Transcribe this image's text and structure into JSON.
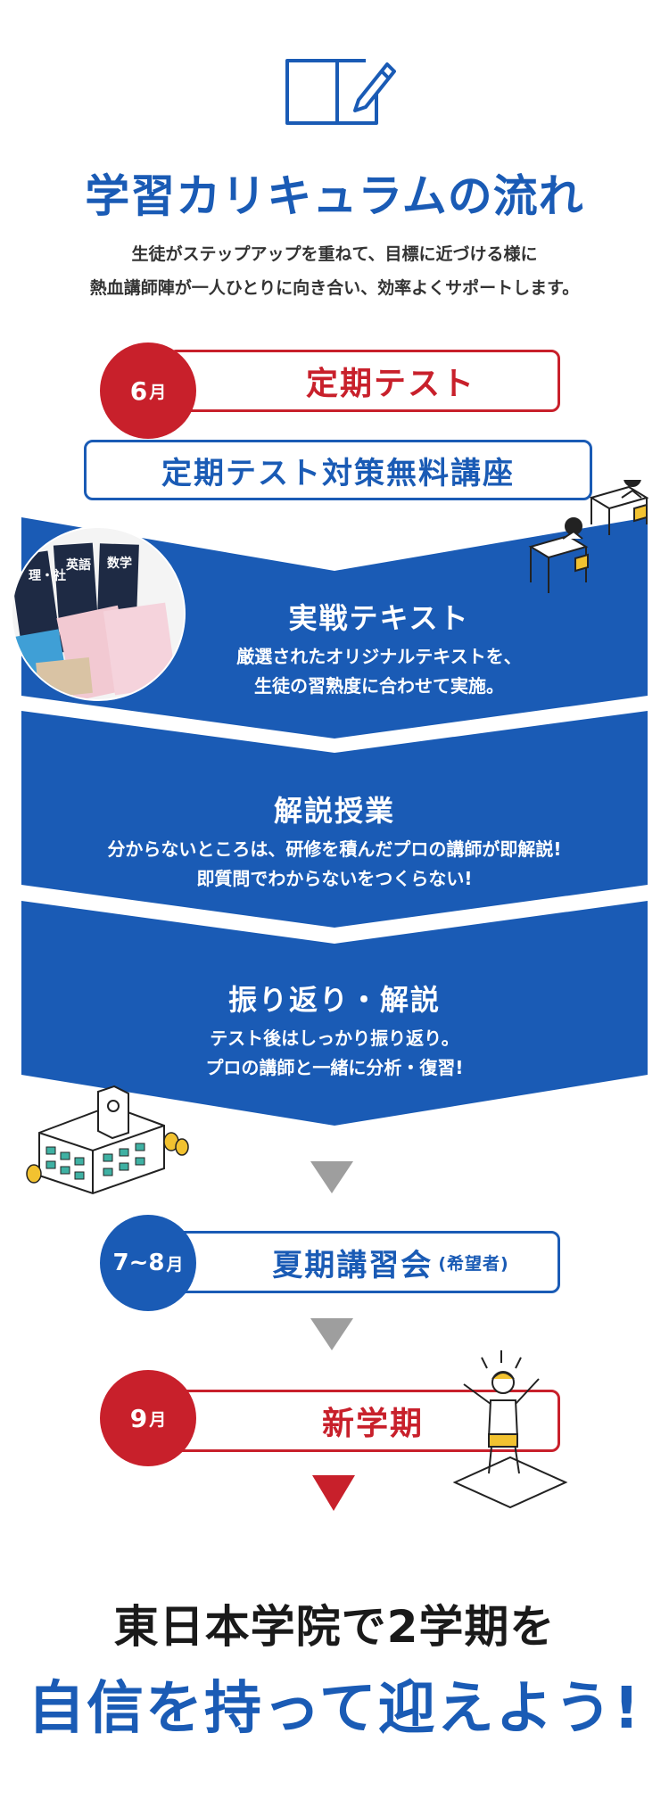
{
  "colors": {
    "blue": "#1a5bb5",
    "red": "#c8202b",
    "gray": "#9e9e9e",
    "yellow": "#f2c230",
    "teal": "#3fb1a3"
  },
  "icons": [
    "open-book-pencil-icon",
    "students-at-desks-illustration",
    "school-building-illustration",
    "celebrating-student-illustration"
  ],
  "title": "学習カリキュラムの流れ",
  "intro": [
    "生徒がステップアップを重ねて、目標に近づける様に",
    "熱血講師陣が一人ひとりに向き合い、効率よくサポートします。"
  ],
  "steps": {
    "june": {
      "month_num": "6",
      "month_unit": "月",
      "label": "定期テスト"
    },
    "course": {
      "label": "定期テスト対策無料講座"
    },
    "panels": [
      {
        "title": "実戦テキスト",
        "lines": [
          "厳選されたオリジナルテキストを、",
          "生徒の習熟度に合わせて実施。"
        ]
      },
      {
        "title": "解説授業",
        "lines": [
          "分からないところは、研修を積んだプロの講師が即解説!",
          "即質問でわからないをつくらない!"
        ]
      },
      {
        "title": "振り返り・解説",
        "lines": [
          "テスト後はしっかり振り返り。",
          "プロの講師と一緒に分析・復習!"
        ]
      }
    ],
    "textbook_labels": [
      "理・社",
      "英語",
      "数学"
    ],
    "summer": {
      "month_num": "7~8",
      "month_unit": "月",
      "label": "夏期講習会",
      "note": "(希望者)"
    },
    "september": {
      "month_num": "9",
      "month_unit": "月",
      "label": "新学期"
    }
  },
  "closing": {
    "line1": "東日本学院で2学期を",
    "line2": "自信を持って迎えよう!"
  }
}
